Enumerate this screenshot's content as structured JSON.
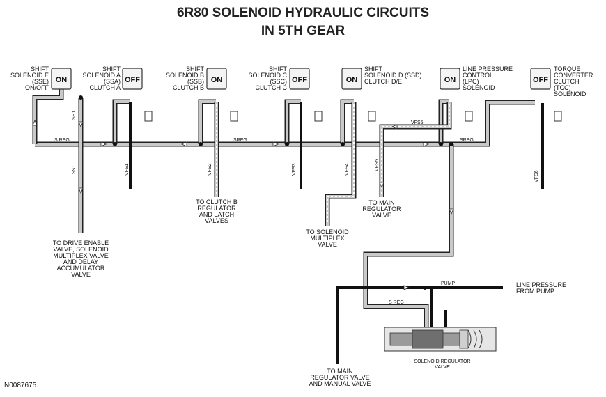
{
  "title": [
    "6R80 SOLENOID HYDRAULIC CIRCUITS",
    "IN 5TH GEAR"
  ],
  "solenoids": [
    {
      "state": "ON",
      "label": [
        "SHIFT",
        "SOLENOID E",
        "(SSE)",
        "ON/OFF"
      ]
    },
    {
      "state": "OFF",
      "label": [
        "SHIFT",
        "SOLENOID A",
        "(SSA)",
        "CLUTCH A"
      ]
    },
    {
      "state": "ON",
      "label": [
        "SHIFT",
        "SOLENOID B",
        "(SSB)",
        "CLUTCH B"
      ]
    },
    {
      "state": "OFF",
      "label": [
        "SHIFT",
        "SOLENOID C",
        "(SSC)",
        "CLUTCH C"
      ]
    },
    {
      "state": "ON",
      "label": [
        "SHIFT",
        "SOLENOID D (SSD)",
        "CLUTCH D/E"
      ]
    },
    {
      "state": "ON",
      "label": [
        "LINE PRESSURE",
        "CONTROL",
        "(LPC)",
        "SOLENOID"
      ]
    },
    {
      "state": "OFF",
      "label": [
        "TORQUE",
        "CONVERTER",
        "CLUTCH",
        "(TCC)",
        "SOLENOID"
      ]
    }
  ],
  "line_labels": {
    "ss1_top": "SS1",
    "ss1_bottom": "SS1",
    "sreg_left": "S REG",
    "sreg_mid": "SREG",
    "sreg_right": "SREG",
    "vfs1": "VFS1",
    "vfs2": "VFS2",
    "vfs3": "VFS3",
    "vfs4": "VFS4",
    "vfs5": "VFS5",
    "vfs5b": "VFS5",
    "vfs6": "VFS6",
    "pump": "PUMP",
    "sreg_low": "S REG"
  },
  "destinations": {
    "drive_enable": [
      "TO DRIVE ENABLE",
      "VALVE, SOLENOID",
      "MULTIPLEX VALVE",
      "AND DELAY",
      "ACCUMULATOR",
      "VALVE"
    ],
    "clutch_b": [
      "TO CLUTCH B",
      "REGULATOR",
      "AND LATCH",
      "VALVES"
    ],
    "solenoid_multiplex": [
      "TO SOLENOID",
      "MULTIPLEX",
      "VALVE"
    ],
    "main_regulator": [
      "TO MAIN",
      "REGULATOR",
      "VALVE"
    ],
    "line_pressure": [
      "LINE PRESSURE",
      "FROM PUMP"
    ],
    "main_reg_manual": [
      "TO MAIN",
      "REGULATOR VALVE",
      "AND MANUAL VALVE"
    ],
    "solenoid_regulator": [
      "SOLENOID REGULATOR",
      "VALVE"
    ]
  },
  "figure_id": "N0087675"
}
